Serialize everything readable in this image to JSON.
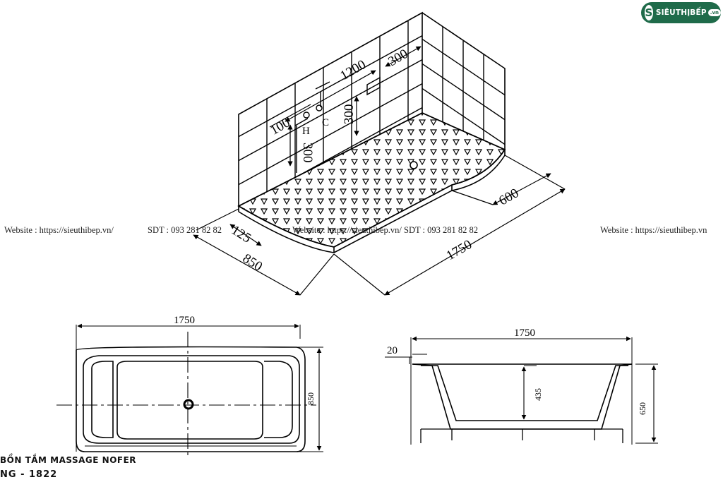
{
  "brand": {
    "name": "SIÊUTHỊBẾP",
    "tld": ".vn",
    "mark": "S"
  },
  "watermark": {
    "left_text": "Website : https://sieuthibep.vn/",
    "left_phone": "SDT : 093 281 82 82",
    "center_text": "Website : https://sieuthibep.vn/ SDT : 093 281 82 82",
    "right_text": "Website : https://sieuthibep.vn"
  },
  "product": {
    "name": "BỒN TẮM MASSAGE NOFER",
    "code": "NG - 1822"
  },
  "isometric": {
    "dims": {
      "width_1200": "1200",
      "offset_300": "300",
      "h100": "100",
      "h300_vertical": "300",
      "v300": "300",
      "d125": "125",
      "w850": "850",
      "l1750": "1750",
      "d600": "600"
    },
    "tap_labels": {
      "hot": "H",
      "cold": "C"
    }
  },
  "top_view": {
    "length": "1750",
    "width": "850"
  },
  "side_view": {
    "length": "1750",
    "rim": "20",
    "depth": "435",
    "height": "650"
  }
}
